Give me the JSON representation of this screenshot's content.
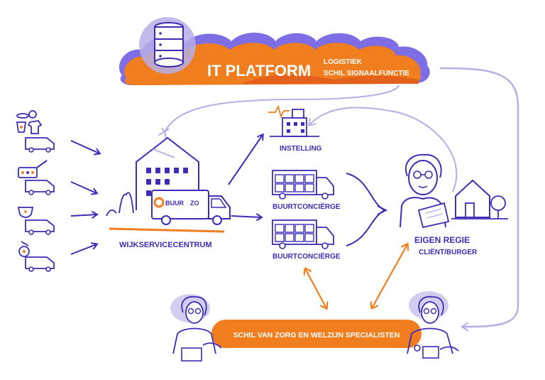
{
  "colors": {
    "purple": "#3b2db8",
    "lavender": "#b6aee6",
    "orange": "#f07d1e",
    "orange_dark": "#e3611a",
    "cloud_purple": "#7e6ee6",
    "white": "#ffffff"
  },
  "platform": {
    "title": "IT PLATFORM",
    "line1": "LOGISTIEK",
    "line2": "SCHIL SIGNAALFUNCTIE",
    "icon": "database-icon"
  },
  "supply_rows": [
    {
      "icon": "food-clothing-icon"
    },
    {
      "icon": "medicine-icon"
    },
    {
      "icon": "diapers-icon"
    },
    {
      "icon": "mobility-aids-icon"
    }
  ],
  "center": {
    "label": "WIJKSERVICECENTRUM",
    "truck_brand_a": "BUUR",
    "truck_brand_b": "ZO"
  },
  "instelling": {
    "label": "INSTELLING"
  },
  "conciierge": [
    {
      "label": "BUURTCONCIËRGE"
    },
    {
      "label": "BUURTCONCIËRGE"
    }
  ],
  "client": {
    "title": "EIGEN REGIE",
    "subtitle": "CLIËNT/BURGER"
  },
  "specialists": {
    "label": "SCHIL VAN ZORG EN WELZIJN SPECIALISTEN"
  }
}
